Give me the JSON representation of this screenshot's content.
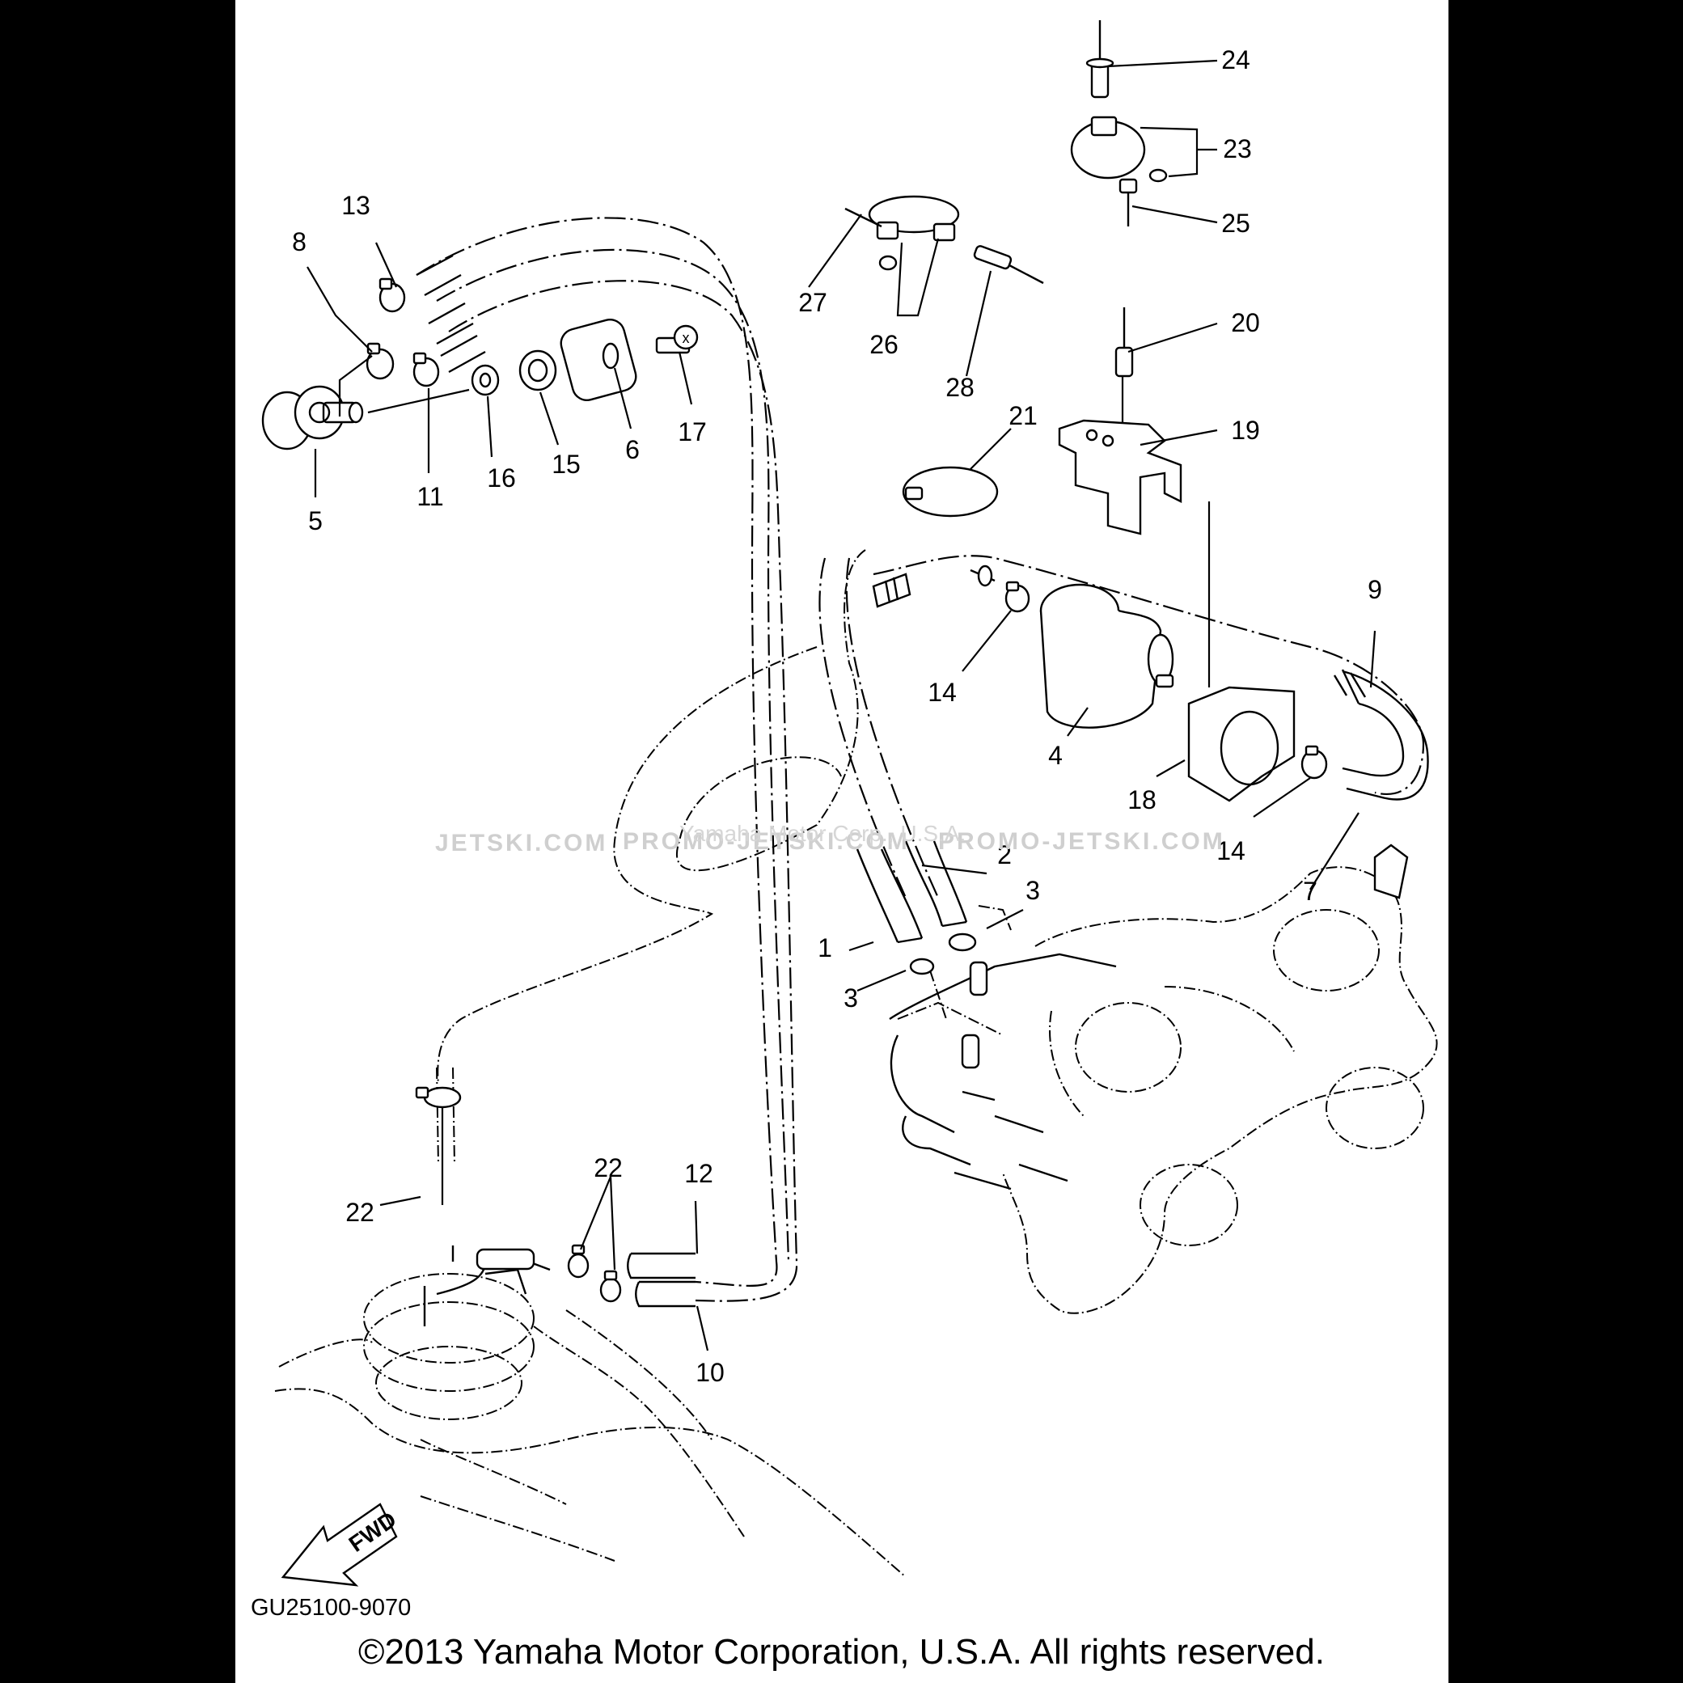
{
  "diagram": {
    "code": "GU25100-9070",
    "copyright": "©2013 Yamaha Motor Corporation, U.S.A. All rights reserved.",
    "fwd_label": "FWD",
    "watermark": {
      "left": "JETSKI.COM",
      "middle": "PROMO-JETSKI.COM",
      "right": "PROMO-JETSKI.COM",
      "overlay": "Yamaha Motor Corp., U.S.A."
    },
    "callouts": [
      {
        "id": "c1",
        "label": "1"
      },
      {
        "id": "c2",
        "label": "2"
      },
      {
        "id": "c3a",
        "label": "3"
      },
      {
        "id": "c3b",
        "label": "3"
      },
      {
        "id": "c4",
        "label": "4"
      },
      {
        "id": "c5",
        "label": "5"
      },
      {
        "id": "c6",
        "label": "6"
      },
      {
        "id": "c7",
        "label": "7"
      },
      {
        "id": "c8",
        "label": "8"
      },
      {
        "id": "c9",
        "label": "9"
      },
      {
        "id": "c10",
        "label": "10"
      },
      {
        "id": "c11",
        "label": "11"
      },
      {
        "id": "c12",
        "label": "12"
      },
      {
        "id": "c13",
        "label": "13"
      },
      {
        "id": "c14a",
        "label": "14"
      },
      {
        "id": "c14b",
        "label": "14"
      },
      {
        "id": "c15",
        "label": "15"
      },
      {
        "id": "c16",
        "label": "16"
      },
      {
        "id": "c17",
        "label": "17"
      },
      {
        "id": "c18",
        "label": "18"
      },
      {
        "id": "c19",
        "label": "19"
      },
      {
        "id": "c20",
        "label": "20"
      },
      {
        "id": "c21",
        "label": "21"
      },
      {
        "id": "c22a",
        "label": "22"
      },
      {
        "id": "c22b",
        "label": "22"
      },
      {
        "id": "c23",
        "label": "23"
      },
      {
        "id": "c24",
        "label": "24"
      },
      {
        "id": "c25",
        "label": "25"
      },
      {
        "id": "c26",
        "label": "26"
      },
      {
        "id": "c27",
        "label": "27"
      },
      {
        "id": "c28",
        "label": "28"
      }
    ]
  }
}
